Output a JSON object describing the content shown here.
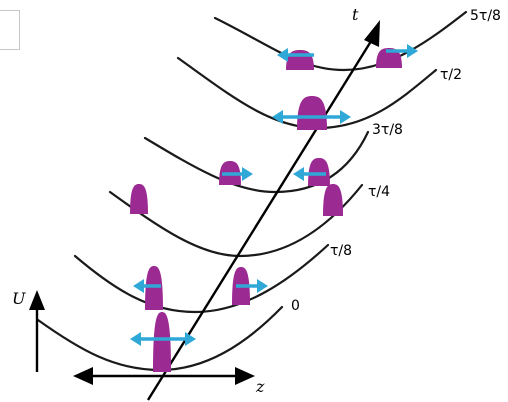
{
  "curve_labels": {
    "t0": "0",
    "t1": "τ/8",
    "t2": "τ/4",
    "t3": "3τ/8",
    "t4": "τ/2",
    "t5": "5τ/8"
  },
  "axes": {
    "vertical": "U",
    "horizontal": "z",
    "time": "t"
  },
  "colors": {
    "wavepacket": "#9b2a93",
    "momentum_arrow": "#2fa8d8",
    "curve": "#1a1a1a",
    "axis": "#000000"
  }
}
